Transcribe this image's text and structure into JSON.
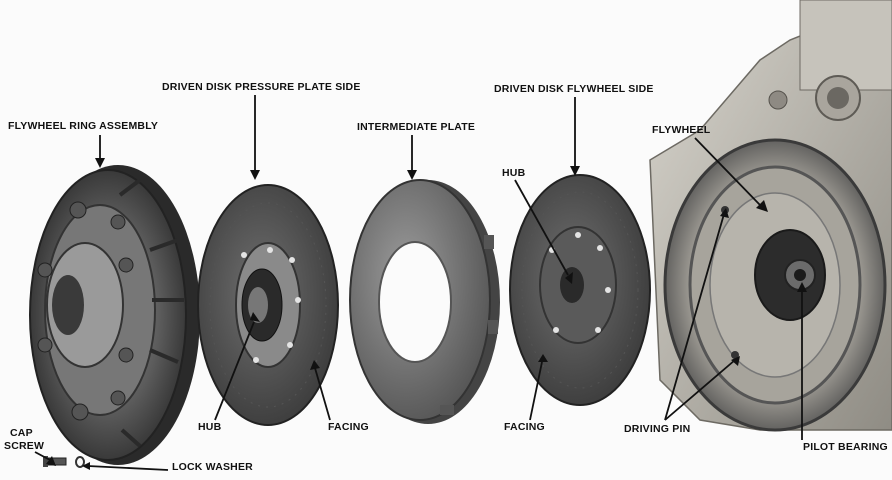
{
  "labels": {
    "flywheel_ring_assembly": "FLYWHEEL RING ASSEMBLY",
    "driven_disk_pressure_plate_side": "DRIVEN DISK PRESSURE PLATE SIDE",
    "intermediate_plate": "INTERMEDIATE PLATE",
    "driven_disk_flywheel_side": "DRIVEN DISK FLYWHEEL SIDE",
    "flywheel": "FLYWHEEL",
    "hub_left": "HUB",
    "hub_right": "HUB",
    "facing_left": "FACING",
    "facing_right": "FACING",
    "cap_screw_line1": "CAP",
    "cap_screw_line2": "SCREW",
    "lock_washer": "LOCK WASHER",
    "driving_pin": "DRIVING PIN",
    "pilot_bearing": "PILOT BEARING"
  },
  "colors": {
    "paper": "#fbfbfb",
    "ink": "#111111",
    "metal_dark": "#3a3a3a",
    "metal_mid": "#6e6e6e",
    "metal_light": "#a8a8a8",
    "housing": "#b9b6ae"
  }
}
